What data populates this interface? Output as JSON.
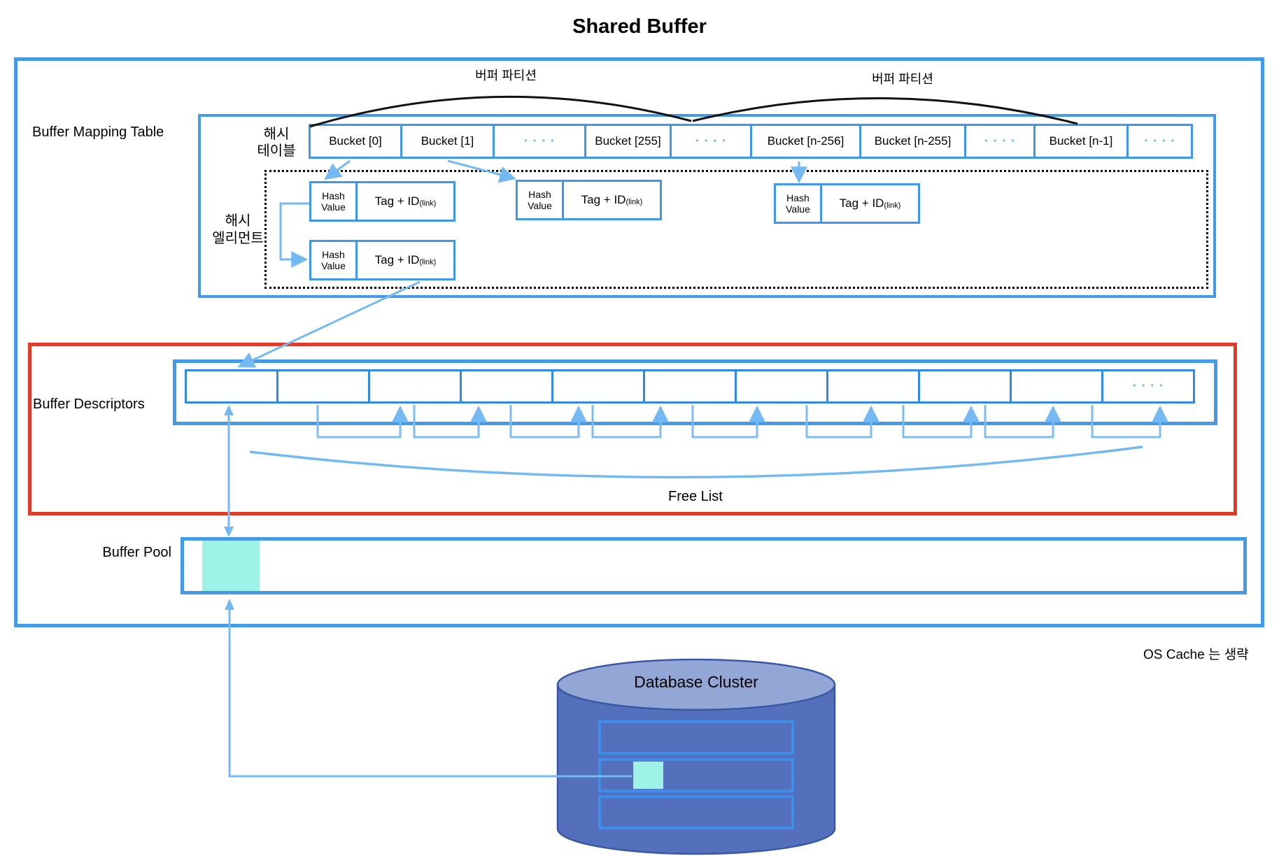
{
  "title": "Shared Buffer",
  "mapping": {
    "label": "Buffer Mapping Table",
    "hash_table_label": [
      "해시",
      "테이블"
    ],
    "partition_left": "버퍼 파티션",
    "partition_right": "버퍼 파티션",
    "buckets": [
      "Bucket [0]",
      "Bucket [1]",
      "····",
      "Bucket [255]",
      "····",
      "Bucket [n-256]",
      "Bucket [n-255]",
      "····",
      "Bucket [n-1]",
      "····"
    ],
    "hash_element_label": [
      "해시",
      "엘리먼트"
    ],
    "hash_element": {
      "value_line1": "Hash",
      "value_line2": "Value",
      "tag": "Tag + ID",
      "link": "(link)"
    }
  },
  "descriptors": {
    "label": "Buffer Descriptors",
    "cell_count": 11,
    "last_cell_dots": "····",
    "free_list_label": "Free List"
  },
  "pool": {
    "label": "Buffer Pool"
  },
  "database": {
    "label": "Database Cluster"
  },
  "note": "OS Cache 는 생략",
  "colors": {
    "primary_blue": "#459ae8",
    "cell_border_blue": "#2e8ae6",
    "arrow_blue": "#74b9f1",
    "bracket_blue": "#7cbdf2",
    "red": "#e23a28",
    "cyan": "#9ff3e6",
    "db_body": "#5470bc",
    "db_top": "#93a7d6",
    "db_outline": "#3a57a5",
    "db_row_border": "#3e8de8",
    "black": "#000000"
  }
}
